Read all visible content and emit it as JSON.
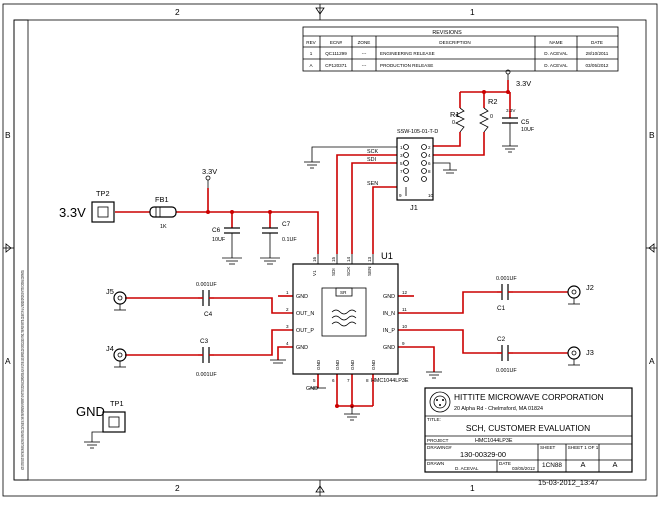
{
  "border": {
    "col_left": "2",
    "col_right": "1",
    "row_top": "B",
    "row_bottom": "A",
    "side_note": "NOTE: STATEMENTS THAT THIS DRAWING AND THE INFORMATION CONTAINED IN IT ARE THE PROPRIETARY PROPERTY OF HITTITE MICROWAVE CORPORATION AND MAY NOT BE USED, REPRODUCED OR DISCLOSED WITHOUT THE PRIOR WRITTEN CONSENT OF AN AUTHORIZED OFFICER OF HITTITE MICROWAVE CORPORATION"
  },
  "revisions": {
    "title": "REVISIONS",
    "headers": [
      "REV",
      "ECN#",
      "ZONE",
      "DESCRIPTION",
      "NAME",
      "DATE"
    ],
    "rows": [
      [
        "1",
        "QC111299",
        "---",
        "ENGINEERING RELEASE",
        "D. ACEVAL",
        "28/10/2011"
      ],
      [
        "A",
        "CP120371",
        "---",
        "PRODUCTION RELEASE",
        "D. ACEVAL",
        "03/05/2012"
      ]
    ]
  },
  "nets": {
    "supply_top": "3.3V",
    "supply_mid": "3.3V",
    "c5_rail": "3.3V",
    "input_rail": "3.3V"
  },
  "parts": {
    "tp2": "TP2",
    "tp1": "TP1",
    "gnd_label": "GND",
    "fb1": "FB1",
    "fb1_value": "1K",
    "c6": "C6",
    "c6_value": "10UF",
    "c7": "C7",
    "c7_value": "0.1UF",
    "c4": "C4",
    "c4_value": "0.001UF",
    "c3": "C3",
    "c3_value": "0.001UF",
    "c1": "C1",
    "c1_value": "0.001UF",
    "c2": "C2",
    "c2_value": "0.001UF",
    "c5": "C5",
    "c5_value": "10UF",
    "r1": "R1",
    "r1_value": "0",
    "r2": "R2",
    "r2_value": "0",
    "j1": "J1",
    "j1_part": "SSW-105-01-T-D",
    "j2": "J2",
    "j3": "J3",
    "j4": "J4",
    "j5": "J5",
    "u1": "U1",
    "u1_part": "HMC1044LP3E",
    "u1_top_block": "SR",
    "sck": "SCK",
    "sdi": "SDI",
    "sen": "SEN"
  },
  "u1_pins": {
    "left": [
      {
        "num": "1",
        "name": "GND"
      },
      {
        "num": "2",
        "name": "OUT_N"
      },
      {
        "num": "3",
        "name": "OUT_P"
      },
      {
        "num": "4",
        "name": "GND"
      }
    ],
    "right": [
      {
        "num": "12",
        "name": "GND"
      },
      {
        "num": "11",
        "name": "IN_N"
      },
      {
        "num": "10",
        "name": "IN_P"
      },
      {
        "num": "9",
        "name": "GND"
      }
    ],
    "top": [
      {
        "num": "16",
        "name": "V1"
      },
      {
        "num": "15",
        "name": "SDI"
      },
      {
        "num": "14",
        "name": "SCK"
      },
      {
        "num": "13",
        "name": "SEN"
      }
    ],
    "bottom": [
      {
        "num": "5",
        "name": "GND"
      },
      {
        "num": "6",
        "name": "GND"
      },
      {
        "num": "7",
        "name": "GND"
      },
      {
        "num": "8",
        "name": "GND"
      }
    ],
    "pad": "GND"
  },
  "j1_pins": {
    "left": [
      "1",
      "3",
      "5",
      "7",
      "9"
    ],
    "right": [
      "2",
      "4",
      "6",
      "8",
      "10"
    ]
  },
  "title_block": {
    "company": "HITTITE MICROWAVE CORPORATION",
    "address": "20 Alpha Rd - Chelmsford, MA 01824",
    "title_label": "TITLE:",
    "title": "SCH, CUSTOMER EVALUATION",
    "project_label": "PROJECT",
    "project": "HMC1044LP3E",
    "drawing_label": "DRAWING#",
    "drawing": "130-00329-00",
    "drawn_label": "DRAWN",
    "drawn": "D. ACEVAL",
    "date_label": "DATE",
    "date": "03/05/2012",
    "sheet_label": "SHEET",
    "sheet_of": "SHEET 1 OF 1",
    "size": "1CN88",
    "rev_a1": "A",
    "rev_a2": "A",
    "timestamp": "15-03-2012_13:47"
  }
}
